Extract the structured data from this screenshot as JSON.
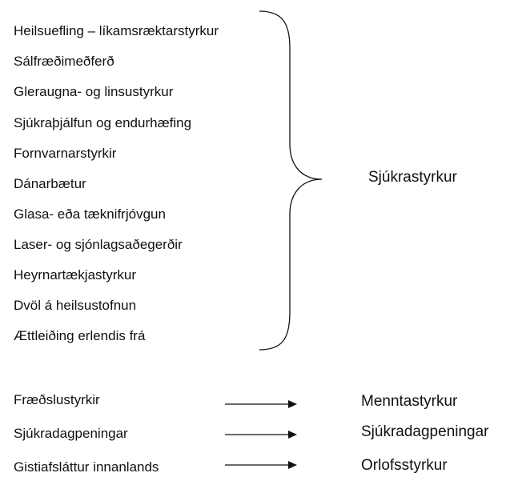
{
  "group": {
    "items": [
      "Heilsuefling – líkamsræktarstyrkur",
      "Sálfræðimeðferð",
      "Gleraugna- og linsustyrkur",
      "Sjúkraþjálfun og endurhæfing",
      "Fornvarnarstyrkir",
      "Dánarbætur",
      "Glasa- eða tæknifrjóvgun",
      "Laser- og sjónlagsaðegerðir",
      "Heyrnartækjastyrkur",
      "Dvöl á heilsustofnun",
      "Ættleiðing erlendis frá"
    ],
    "target": "Sjúkrastyrkur"
  },
  "mappings": [
    {
      "source": "Fræðslustyrkir",
      "target": "Menntastyrkur"
    },
    {
      "source": "Sjúkradagpeningar",
      "target": "Sjúkradagpeningar"
    },
    {
      "source": "Gistiafsláttur innanlands",
      "target": "Orlofsstyrkur"
    }
  ],
  "colors": {
    "text": "#111111",
    "line": "#111111"
  }
}
